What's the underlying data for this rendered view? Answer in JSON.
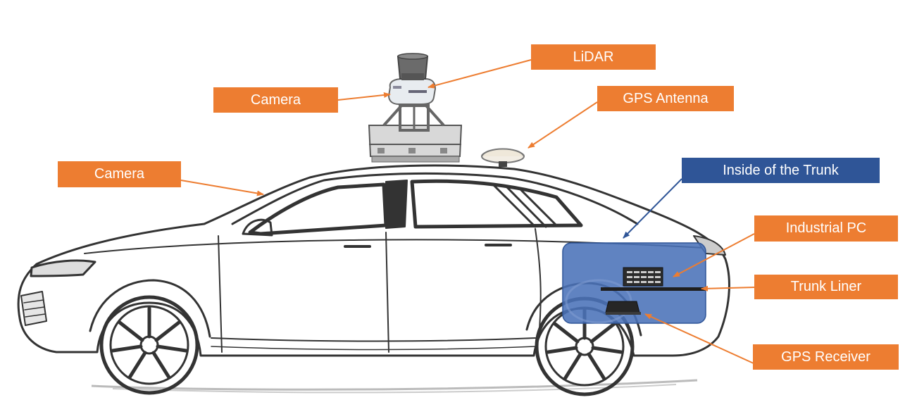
{
  "colors": {
    "label_orange": "#ed7d31",
    "trunk_blue": "#2f5597",
    "trunk_panel": "#4a72b8",
    "sketch_line": "#333333"
  },
  "labels": {
    "lidar": "LiDAR",
    "gps_antenna": "GPS Antenna",
    "camera_top": "Camera",
    "camera_front": "Camera",
    "inside_trunk": "Inside of the Trunk",
    "industrial_pc": "Industrial PC",
    "trunk_liner": "Trunk Liner",
    "gps_receiver": "GPS Receiver"
  },
  "icons": {
    "vehicle": "sedan-sketch-icon",
    "lidar": "lidar-sensor-icon",
    "camera": "camera-icon",
    "roof_rack": "roof-rack-icon",
    "gps_antenna": "gps-antenna-icon",
    "industrial_pc": "industrial-pc-icon",
    "trunk_liner": "trunk-liner-icon",
    "gps_receiver": "gps-receiver-icon"
  }
}
